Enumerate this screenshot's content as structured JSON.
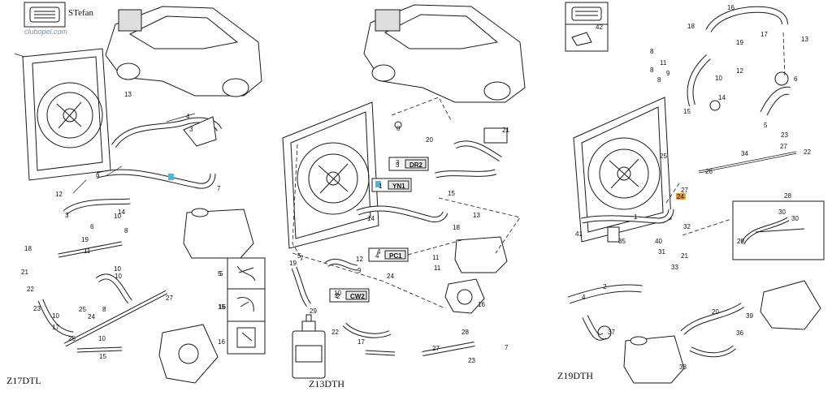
{
  "header": {
    "author": "STefan",
    "brand": "clubopel.com"
  },
  "panels": [
    {
      "engine_label": "Z17DTL"
    },
    {
      "engine_label": "Z13DTH"
    },
    {
      "engine_label": "Z19DTH"
    }
  ],
  "left_callouts": [
    "13",
    "4",
    "3",
    "9",
    "7",
    "12",
    "3",
    "14",
    "10",
    "6",
    "8",
    "19",
    "18",
    "11",
    "21",
    "10",
    "22",
    "10",
    "23",
    "25",
    "8",
    "10",
    "24",
    "26",
    "10",
    "17",
    "15",
    "16",
    "27",
    "5"
  ],
  "mid_callouts": [
    "8",
    "21",
    "20",
    "14",
    "15",
    "3",
    "5",
    "19",
    "18",
    "13",
    "4",
    "9",
    "7",
    "10",
    "11",
    "24",
    "16",
    "2",
    "22",
    "17",
    "27",
    "23",
    "28",
    "7",
    "29",
    "12",
    "11"
  ],
  "right_callouts": [
    "16",
    "18",
    "17",
    "13",
    "8",
    "11",
    "8",
    "9",
    "10",
    "19",
    "12",
    "6",
    "14",
    "15",
    "5",
    "23",
    "27",
    "22",
    "34",
    "26",
    "27",
    "21",
    "32",
    "41",
    "1",
    "35",
    "40",
    "31",
    "33",
    "2",
    "4",
    "37",
    "39",
    "20",
    "36",
    "38",
    "25",
    "8",
    "30",
    "28",
    "29",
    "30"
  ],
  "boxed_labels": [
    {
      "num": "3",
      "code": "DR2"
    },
    {
      "num": "1",
      "code": "YN1"
    },
    {
      "num": "4",
      "code": "PC1"
    },
    {
      "num": "2",
      "code": "CW2"
    }
  ],
  "highlight_callouts": [
    {
      "num": "",
      "color": "#4fb8d8"
    },
    {
      "num": "",
      "color": "#4fb8d8"
    },
    {
      "num": "24",
      "color": "#f0a020"
    }
  ],
  "legend_icon_number": "42",
  "legend_clip_numbers": [
    "5",
    "15",
    "16"
  ],
  "colors": {
    "line": "#1a1a1a",
    "fill": "#ffffff",
    "highlight_blue": "#4fb8d8",
    "highlight_orange": "#f0a020"
  }
}
